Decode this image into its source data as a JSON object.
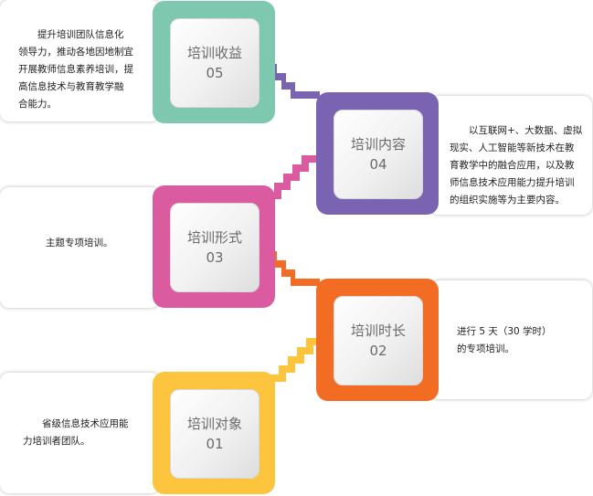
{
  "steps": [
    {
      "id": "05",
      "title": "培训收益",
      "number": "05",
      "color": "#7dc8ae",
      "desc": "　　提升培训团队信息化\n领导力，推动各地因地制宜\n开展教师信息素养培训，提\n高信息技术与教育教学融\n合能力。"
    },
    {
      "id": "04",
      "title": "培训内容",
      "number": "04",
      "color": "#7a63b1",
      "desc": "　　以互联网+、大数据、虚拟\n现实、人工智能等新技术在教\n育教学中的融合应用，以及教\n师信息技术应用能力提升培训\n的组织实施等为主要内容。"
    },
    {
      "id": "03",
      "title": "培训形式",
      "number": "03",
      "color": "#db5ba1",
      "desc": "主题专项培训。"
    },
    {
      "id": "02",
      "title": "培训时长",
      "number": "02",
      "color": "#f36c24",
      "desc": "进行 5 天（30 学时）\n的专项培训。"
    },
    {
      "id": "01",
      "title": "培训对象",
      "number": "01",
      "color": "#fdc53e",
      "desc": "　　省级信息技术应用能\n力培训者团队。"
    }
  ]
}
